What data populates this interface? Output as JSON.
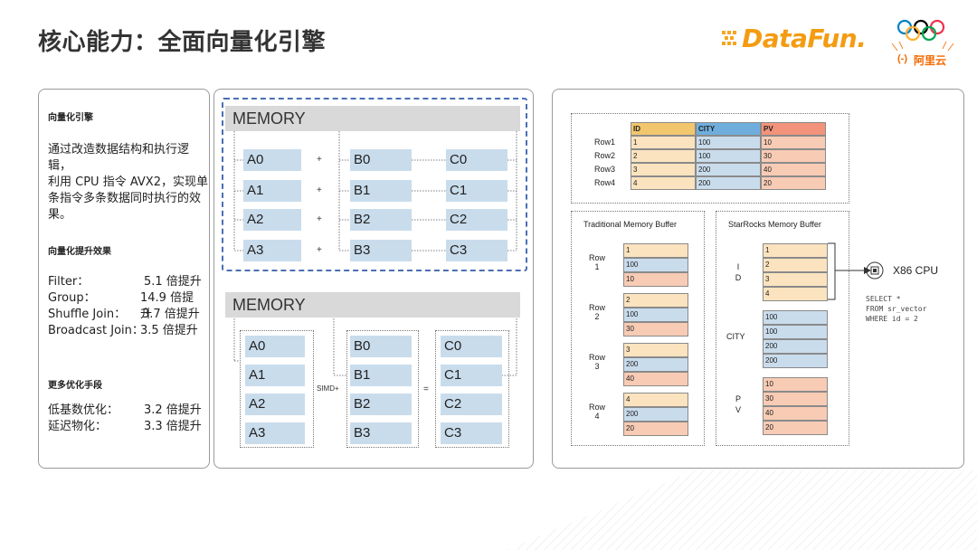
{
  "title": "核心能力：全面向量化引擎",
  "logos": {
    "datafun": "DataFun.",
    "aliyun": "阿里云"
  },
  "left": {
    "h1": "向量化引擎",
    "desc": [
      "通过改造数据结构和执行逻辑，",
      "利用 CPU 指令 AVX2，实现单",
      "条指令多条数据同时执行的效",
      "果。"
    ],
    "h2": "向量化提升效果",
    "stats": [
      {
        "k": "Filter：",
        "v": "5.1 倍提升"
      },
      {
        "k": "Group：",
        "v": "14.9 倍提升"
      },
      {
        "k": "Shuffle Join：",
        "v": "3.7 倍提升"
      },
      {
        "k": "Broadcast Join：",
        "v": "3.5 倍提升"
      }
    ],
    "h3": "更多优化手段",
    "stats2": [
      {
        "k": "低基数优化：",
        "v": "3.2 倍提升"
      },
      {
        "k": "延迟物化：",
        "v": "3.3 倍提升"
      }
    ]
  },
  "mid": {
    "mem": "MEMORY",
    "a": [
      "A0",
      "A1",
      "A2",
      "A3"
    ],
    "b": [
      "B0",
      "B1",
      "B2",
      "B3"
    ],
    "c": [
      "C0",
      "C1",
      "C2",
      "C3"
    ],
    "plus": "+",
    "simd": "SIMD+",
    "eq": "="
  },
  "right": {
    "table": {
      "headers": [
        "ID",
        "CITY",
        "PV"
      ],
      "rows": [
        {
          "label": "Row1",
          "vals": [
            "1",
            "100",
            "10"
          ]
        },
        {
          "label": "Row2",
          "vals": [
            "2",
            "100",
            "30"
          ]
        },
        {
          "label": "Row3",
          "vals": [
            "3",
            "200",
            "40"
          ]
        },
        {
          "label": "Row4",
          "vals": [
            "4",
            "200",
            "20"
          ]
        }
      ]
    },
    "trad_title": "Traditional Memory Buffer",
    "sr_title": "StarRocks Memory Buffer",
    "trad_rows": [
      {
        "l1": "Row",
        "l2": "1",
        "vals": [
          "1",
          "100",
          "10"
        ]
      },
      {
        "l1": "Row",
        "l2": "2",
        "vals": [
          "2",
          "100",
          "30"
        ]
      },
      {
        "l1": "Row",
        "l2": "3",
        "vals": [
          "3",
          "200",
          "40"
        ]
      },
      {
        "l1": "Row",
        "l2": "4",
        "vals": [
          "4",
          "200",
          "20"
        ]
      }
    ],
    "sr_cols": [
      {
        "label": [
          "I",
          "D"
        ],
        "vals": [
          "1",
          "2",
          "3",
          "4"
        ]
      },
      {
        "label": [
          "CITY"
        ],
        "vals": [
          "100",
          "100",
          "200",
          "200"
        ]
      },
      {
        "label": [
          "P",
          "V"
        ],
        "vals": [
          "10",
          "30",
          "40",
          "20"
        ]
      }
    ],
    "cpu": "X86 CPU",
    "sql": [
      "SELECT *",
      "FROM sr_vector",
      "WHERE id = 2"
    ]
  }
}
